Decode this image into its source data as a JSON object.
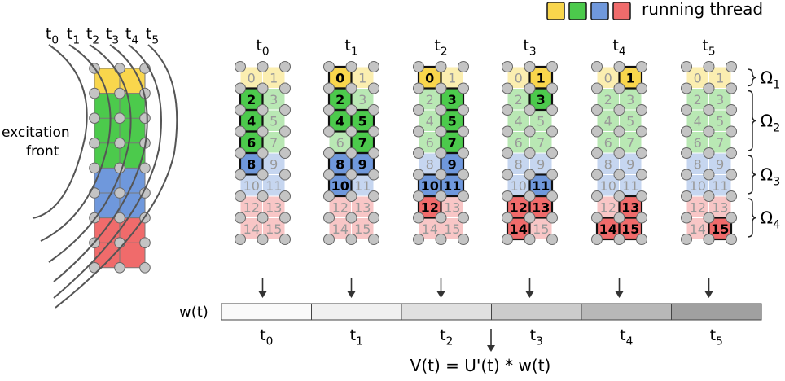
{
  "legend": {
    "label": "running thread",
    "colors": [
      "#f9d64c",
      "#4cca4c",
      "#6f98dc",
      "#f06b6b"
    ]
  },
  "palette": {
    "region_strong": [
      "#f9d64c",
      "#4cca4c",
      "#6f98dc",
      "#f06b6b"
    ],
    "region_light": [
      "#fbeeb0",
      "#b9e8b4",
      "#c6d6f0",
      "#f8c6c6"
    ],
    "node_fill": "#c4c4c4",
    "node_stroke": "#666666",
    "label_dim": "#999999",
    "label_strong": "#000000"
  },
  "front": {
    "times": [
      "t",
      "t",
      "t",
      "t",
      "t",
      "t"
    ],
    "subscripts": [
      "0",
      "1",
      "2",
      "3",
      "4",
      "5"
    ],
    "label_line1": "excitation",
    "label_line2": "front"
  },
  "grids": {
    "time_base": "t",
    "time_subscripts": [
      "0",
      "1",
      "2",
      "3",
      "4",
      "5"
    ],
    "cell_labels": [
      "0",
      "1",
      "2",
      "3",
      "4",
      "5",
      "6",
      "7",
      "8",
      "9",
      "10",
      "11",
      "12",
      "13",
      "14",
      "15"
    ],
    "active": [
      [
        2,
        4,
        6,
        8
      ],
      [
        0,
        2,
        4,
        5,
        7,
        8,
        9,
        10
      ],
      [
        0,
        3,
        5,
        7,
        9,
        10,
        11,
        12
      ],
      [
        1,
        3,
        11,
        12,
        13,
        14
      ],
      [
        1,
        13,
        14,
        15
      ],
      [
        15
      ]
    ]
  },
  "omegas": {
    "base": "Ω",
    "subscripts": [
      "1",
      "2",
      "3",
      "4"
    ]
  },
  "weights": {
    "label": "w(t)",
    "time_base": "t",
    "subscripts": [
      "0",
      "1",
      "2",
      "3",
      "4",
      "5"
    ],
    "fills": [
      "#fafafa",
      "#f0f0f0",
      "#e0e0e0",
      "#cccccc",
      "#b8b8b8",
      "#a0a0a0"
    ]
  },
  "equation": "V(t) = U'(t) * w(t)"
}
